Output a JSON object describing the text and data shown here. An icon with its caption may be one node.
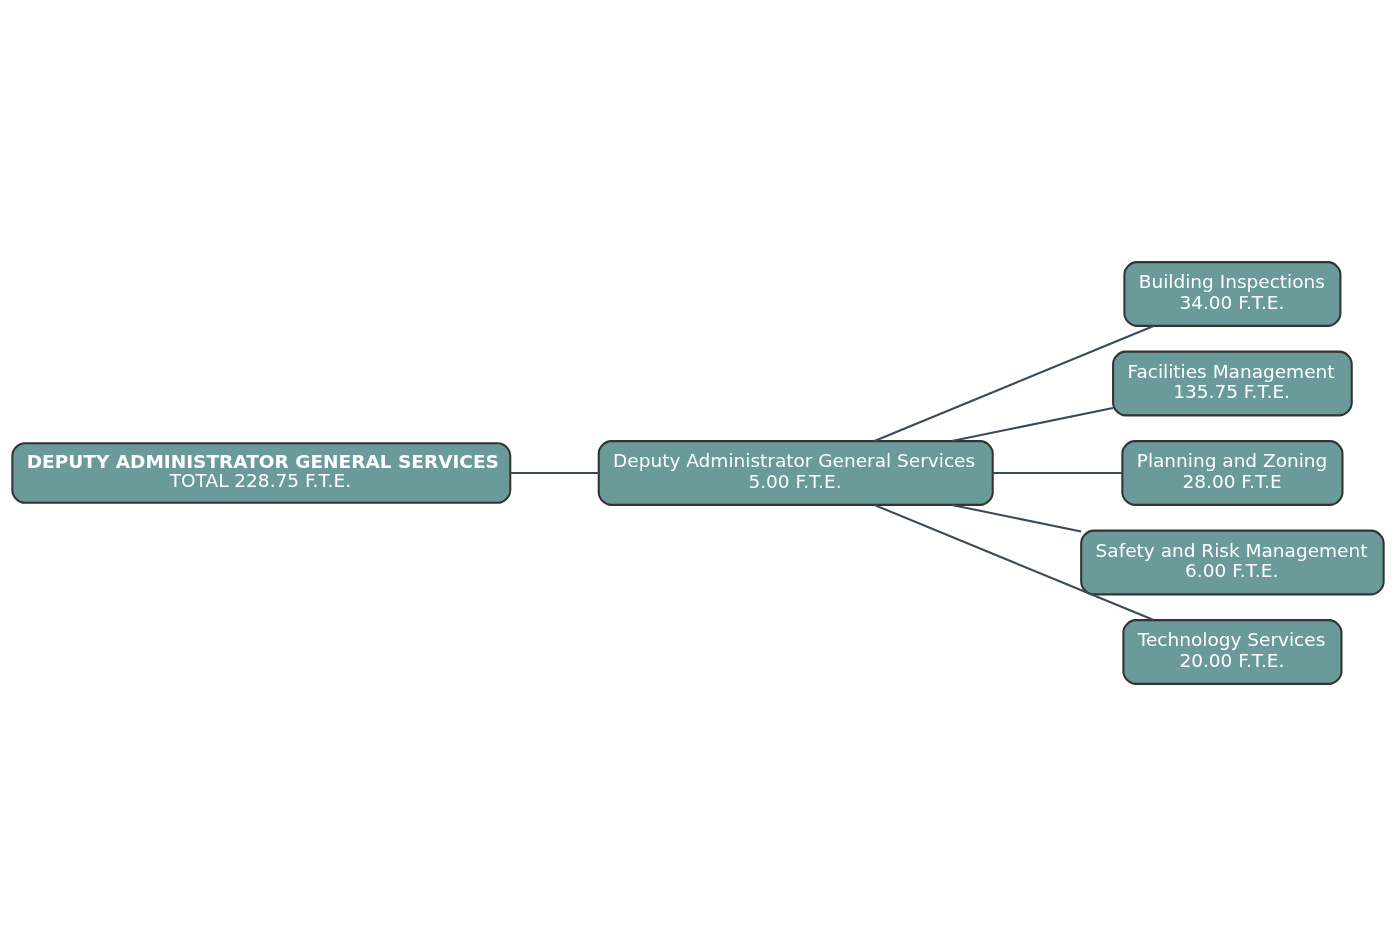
{
  "diagram": {
    "nodes": [
      {
        "text": [
          "DEPUTY ADMINISTRATOR GENERAL SERVICES",
          "TOTAL 228.75 F.T.E."
        ]
      },
      {
        "text": [
          "Deputy Administrator General Services",
          "5.00 F.T.E."
        ]
      },
      {
        "text": [
          "Building Inspections",
          "34.00 F.T.E."
        ]
      },
      {
        "text": [
          "Facilities Management",
          "135.75 F.T.E."
        ]
      },
      {
        "text": [
          "Planning and Zoning",
          "28.00 F.T.E"
        ]
      },
      {
        "text": [
          "Safety and Risk Management",
          "6.00 F.T.E."
        ]
      },
      {
        "text": [
          "Technology Services",
          "20.00 F.T.E."
        ]
      }
    ],
    "edges": [
      {
        "from": 0,
        "to": 1,
        "arrow": "none"
      },
      {
        "from": 1,
        "to": 2,
        "arrow": "none"
      },
      {
        "from": 1,
        "to": 3,
        "arrow": "none"
      },
      {
        "from": 1,
        "to": 4,
        "arrow": "none"
      },
      {
        "from": 1,
        "to": 5,
        "arrow": "none"
      },
      {
        "from": 1,
        "to": 6,
        "arrow": "none"
      }
    ]
  }
}
